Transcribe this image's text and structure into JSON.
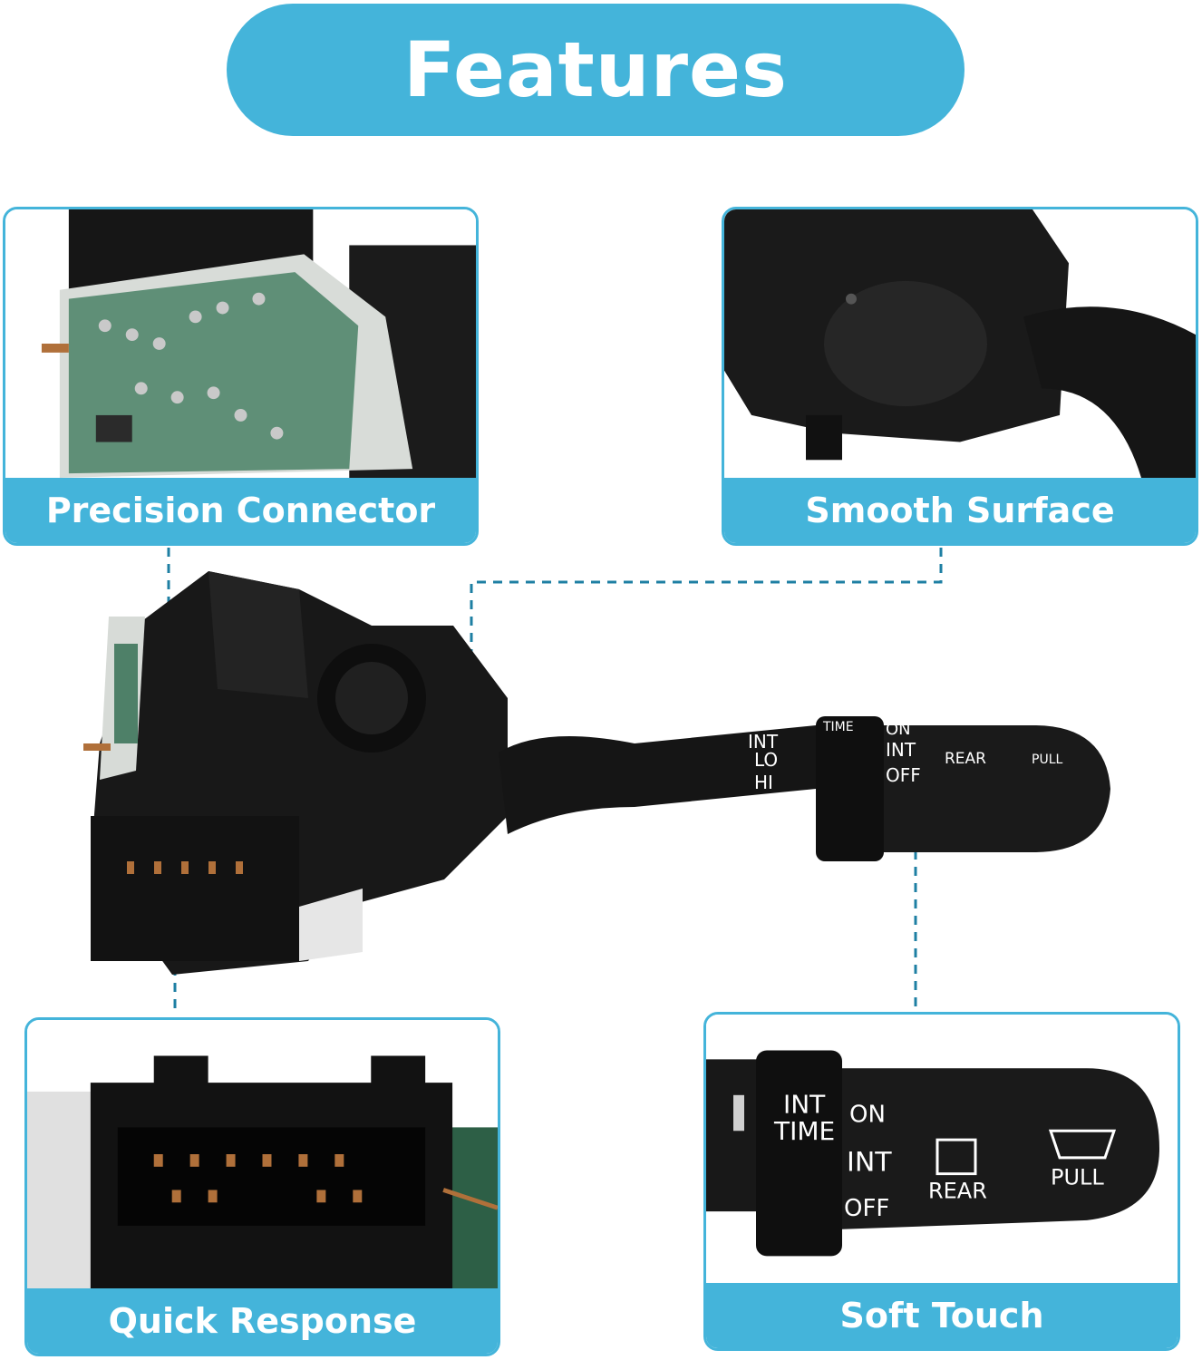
{
  "title": "Features",
  "colors": {
    "accent": "#44b4da",
    "background": "#ffffff",
    "product": "#1a1a1a"
  },
  "cards": [
    {
      "caption": "Precision Connector",
      "icon": "circuit-board-photo"
    },
    {
      "caption": "Smooth Surface",
      "icon": "switch-housing-photo"
    },
    {
      "caption": "Quick Response",
      "icon": "connector-plug-photo"
    },
    {
      "caption": "Soft Touch",
      "icon": "lever-tip-photo"
    }
  ],
  "lever_markings": {
    "main": [
      "INT",
      "LO",
      "HI",
      "TIME",
      "ON",
      "INT",
      "OFF",
      "REAR",
      "PULL"
    ],
    "closeup": [
      "INT",
      "TIME",
      "ON",
      "INT",
      "OFF",
      "REAR",
      "PULL"
    ]
  }
}
